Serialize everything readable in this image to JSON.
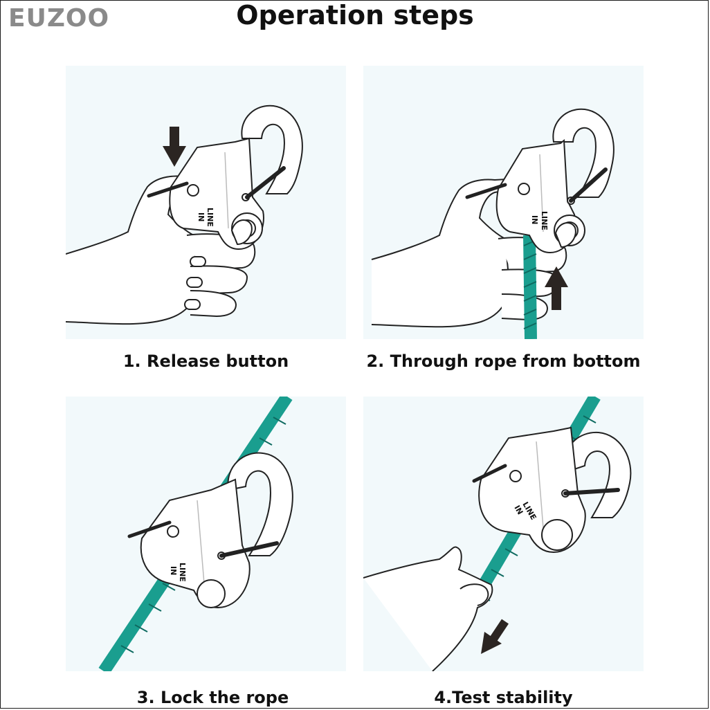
{
  "brand": {
    "logo_text": "EUZOO"
  },
  "page": {
    "title": "Operation steps"
  },
  "device": {
    "label_line": "LINE",
    "label_in": "IN"
  },
  "steps": [
    {
      "caption": "1. Release button"
    },
    {
      "caption": "2. Through rope from bottom"
    },
    {
      "caption": "3. Lock the rope"
    },
    {
      "caption": "4.Test stability"
    }
  ],
  "colors": {
    "rope": "#1a9e8f",
    "arrow": "#2b2522",
    "panel": "#f2f9fb",
    "brand": "#8a8a8a"
  },
  "icons": [
    "down-arrow-icon",
    "up-arrow-icon",
    "diagonal-arrow-icon"
  ]
}
